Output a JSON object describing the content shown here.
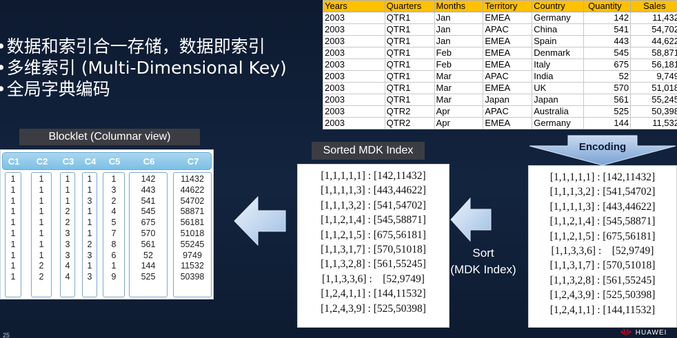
{
  "bullets": [
    "数据和索引合一存储，数据即索引",
    "多维索引 (Multi-Dimensional Key)",
    "全局字典编码"
  ],
  "source_table": {
    "headers": [
      "Years",
      "Quarters",
      "Months",
      "Territory",
      "Country",
      "Quantity",
      "Sales"
    ],
    "rows": [
      [
        "2003",
        "QTR1",
        "Jan",
        "EMEA",
        "Germany",
        "142",
        "11,432"
      ],
      [
        "2003",
        "QTR1",
        "Jan",
        "APAC",
        "China",
        "541",
        "54,702"
      ],
      [
        "2003",
        "QTR1",
        "Jan",
        "EMEA",
        "Spain",
        "443",
        "44,622"
      ],
      [
        "2003",
        "QTR1",
        "Feb",
        "EMEA",
        "Denmark",
        "545",
        "58,871"
      ],
      [
        "2003",
        "QTR1",
        "Feb",
        "EMEA",
        "Italy",
        "675",
        "56,181"
      ],
      [
        "2003",
        "QTR1",
        "Mar",
        "APAC",
        "India",
        "52",
        "9,749"
      ],
      [
        "2003",
        "QTR1",
        "Mar",
        "EMEA",
        "UK",
        "570",
        "51,018"
      ],
      [
        "2003",
        "QTR1",
        "Mar",
        "Japan",
        "Japan",
        "561",
        "55,245"
      ],
      [
        "2003",
        "QTR2",
        "Apr",
        "APAC",
        "Australia",
        "525",
        "50,398"
      ],
      [
        "2003",
        "QTR2",
        "Apr",
        "EMEA",
        "Germany",
        "144",
        "11,532"
      ]
    ]
  },
  "blocklet": {
    "label": "Blocklet (Columnar view)",
    "columns": [
      {
        "name": "C1",
        "values": [
          "1",
          "1",
          "1",
          "1",
          "1",
          "1",
          "1",
          "1",
          "1",
          "1"
        ]
      },
      {
        "name": "C2",
        "values": [
          "1",
          "1",
          "1",
          "1",
          "1",
          "1",
          "1",
          "1",
          "2",
          "2"
        ]
      },
      {
        "name": "C3",
        "values": [
          "1",
          "1",
          "1",
          "2",
          "2",
          "3",
          "3",
          "3",
          "4",
          "4"
        ]
      },
      {
        "name": "C4",
        "values": [
          "1",
          "1",
          "3",
          "1",
          "1",
          "1",
          "2",
          "3",
          "1",
          "3"
        ]
      },
      {
        "name": "C5",
        "values": [
          "1",
          "3",
          "2",
          "4",
          "5",
          "7",
          "8",
          "6",
          "1",
          "9"
        ]
      },
      {
        "name": "C6",
        "values": [
          "142",
          "443",
          "541",
          "545",
          "675",
          "570",
          "561",
          "52",
          "144",
          "525"
        ]
      },
      {
        "name": "C7",
        "values": [
          "11432",
          "44622",
          "54702",
          "58871",
          "56181",
          "51018",
          "55245",
          "9749",
          "11532",
          "50398"
        ]
      }
    ]
  },
  "sorted_mdk": {
    "label": "Sorted MDK Index",
    "rows": [
      "[1,1,1,1,1] : [142,11432]",
      "[1,1,1,1,3] : [443,44622]",
      "[1,1,1,3,2] : [541,54702]",
      "[1,1,2,1,4] : [545,58871]",
      "[1,1,2,1,5] : [675,56181]",
      "[1,1,3,1,7] : [570,51018]",
      "[1,1,3,2,8] : [561,55245]",
      "[1,1,3,3,6] :    [52,9749]",
      "[1,2,4,1,1] : [144,11532]",
      "[1,2,4,3,9] : [525,50398]"
    ]
  },
  "sort_label": [
    "Sort",
    "(MDK Index)"
  ],
  "encoding": {
    "label": "Encoding",
    "rows": [
      "[1,1,1,1,1] : [142,11432]",
      "[1,1,1,3,2] : [541,54702]",
      "[1,1,1,1,3] : [443,44622]",
      "[1,1,2,1,4] : [545,58871]",
      "[1,1,2,1,5] : [675,56181]",
      "[1,1,3,3,6] :    [52,9749]",
      "[1,1,3,1,7] : [570,51018]",
      "[1,1,3,2,8] : [561,55245]",
      "[1,2,4,3,9] : [525,50398]",
      "[1,2,4,1,1] : [144,11532]"
    ]
  },
  "footer": {
    "page_number": "25",
    "logo_text": "HUAWEI"
  },
  "colors": {
    "background": "#13243f",
    "table_header": "#ffc000",
    "blocklet_header": "#7dbfe6",
    "arrow_fill": "#c6d9f1"
  },
  "icons": [
    "left-arrow-icon",
    "down-arrow-icon",
    "huawei-logo-icon"
  ]
}
